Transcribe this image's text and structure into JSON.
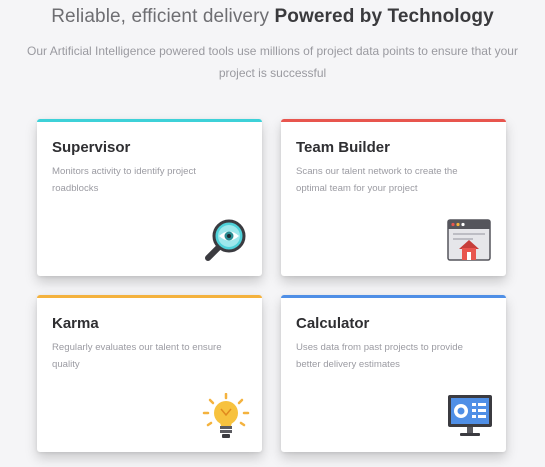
{
  "header": {
    "headline_light": "Reliable, efficient delivery ",
    "headline_bold": "Powered by Technology",
    "subtitle_line1": "Our Artificial Intelligence powered tools use millions of project data points to ensure that your",
    "subtitle_line2": "project is successful"
  },
  "cards": [
    {
      "title": "Supervisor",
      "desc_line1": "Monitors activity to identify project",
      "desc_line2": "roadblocks",
      "accent": "#3dd1d8",
      "icon": "magnifier-eye-icon"
    },
    {
      "title": "Team Builder",
      "desc_line1": "Scans our talent network to create the",
      "desc_line2": "optimal team for your project",
      "accent": "#e8554e",
      "icon": "browser-home-icon"
    },
    {
      "title": "Karma",
      "desc_line1": "Regularly evaluates our talent to ensure",
      "desc_line2": "quality",
      "accent": "#f4b23e",
      "icon": "lightbulb-icon"
    },
    {
      "title": "Calculator",
      "desc_line1": "Uses data from past projects to provide",
      "desc_line2": "better delivery estimates",
      "accent": "#4f8fe6",
      "icon": "monitor-dashboard-icon"
    }
  ]
}
